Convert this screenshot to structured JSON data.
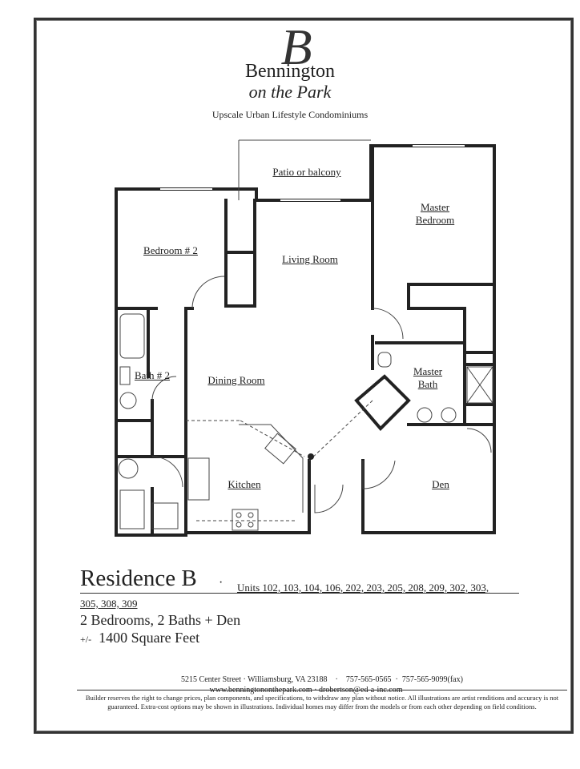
{
  "brand": {
    "monogram": "B",
    "name": "Bennington",
    "tagline_script": "on the Park",
    "subtitle": "Upscale Urban Lifestyle Condominiums"
  },
  "rooms": {
    "patio": "Patio or balcony",
    "bedroom2": "Bedroom # 2",
    "living": "Living Room",
    "master_bedroom_1": "Master",
    "master_bedroom_2": "Bedroom",
    "dining": "Dining Room",
    "bath2": "Bath # 2",
    "master_bath_1": "Master",
    "master_bath_2": "Bath",
    "kitchen": "Kitchen",
    "den": "Den"
  },
  "residence": {
    "title": "Residence B",
    "separator": "·",
    "units_line1": "Units 102, 103, 104, 106, 202, 203, 205, 208, 209, 302, 303,",
    "units_line2": "305, 308, 309",
    "bedrooms_baths": "2 Bedrooms, 2 Baths + Den",
    "area_prefix": "+/-",
    "area": "1400 Square Feet"
  },
  "footer": {
    "address": "5215 Center Street · Williamsburg, VA  23188",
    "phone": "757-565-0565",
    "fax": "757-565-9099(fax)",
    "web_email": "www.benningtononthepark.com · drobertson@ed-a-inc.com",
    "disclaimer": "Builder reserves the right to change prices, plan components, and specifications, to withdraw any plan without notice.  All illustrations are artist renditions and accuracy is not guaranteed.  Extra-cost options may be shown in illustrations.  Individual homes may differ from the models or from each other depending on field conditions."
  }
}
